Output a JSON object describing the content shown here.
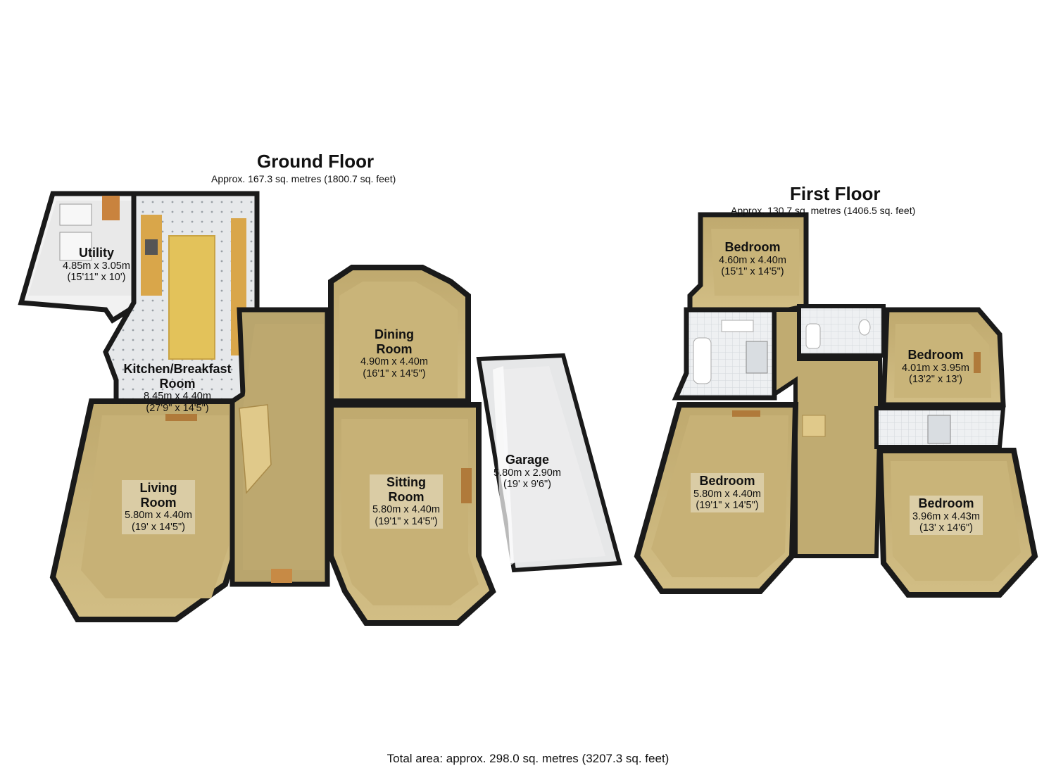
{
  "ground_floor": {
    "title": "Ground Floor",
    "area": "Approx. 167.3 sq. metres (1800.7 sq. feet)",
    "rooms": [
      {
        "name": "Utility",
        "dims_m": "4.85m x 3.05m",
        "dims_ft": "(15'11\" x 10')"
      },
      {
        "name": "Kitchen/Breakfast",
        "name2": "Room",
        "dims_m": "8.45m x 4.40m",
        "dims_ft": "(27'9\" x 14'5\")"
      },
      {
        "name": "Dining",
        "name2": "Room",
        "dims_m": "4.90m x 4.40m",
        "dims_ft": "(16'1\" x 14'5\")"
      },
      {
        "name": "Living",
        "name2": "Room",
        "dims_m": "5.80m x 4.40m",
        "dims_ft": "(19' x 14'5\")"
      },
      {
        "name": "Sitting",
        "name2": "Room",
        "dims_m": "5.80m x 4.40m",
        "dims_ft": "(19'1\" x 14'5\")"
      },
      {
        "name": "Garage",
        "dims_m": "5.80m x 2.90m",
        "dims_ft": "(19' x 9'6\")"
      }
    ]
  },
  "first_floor": {
    "title": "First Floor",
    "area": "Approx. 130.7 sq. metres (1406.5 sq. feet)",
    "rooms": [
      {
        "name": "Bedroom",
        "dims_m": "4.60m x 4.40m",
        "dims_ft": "(15'1\" x 14'5\")"
      },
      {
        "name": "Bedroom",
        "dims_m": "4.01m x 3.95m",
        "dims_ft": "(13'2\" x 13')"
      },
      {
        "name": "Bedroom",
        "dims_m": "5.80m x 4.40m",
        "dims_ft": "(19'1\" x 14'5\")"
      },
      {
        "name": "Bedroom",
        "dims_m": "3.96m x 4.43m",
        "dims_ft": "(13' x 14'6\")"
      }
    ]
  },
  "total_area": "Total area: approx. 298.0 sq. metres (3207.3 sq. feet)",
  "colors": {
    "carpet": "#c9b47a",
    "wall": "#1a1a1a",
    "tile": "#e8eaec",
    "worktop": "#d9a64a",
    "island": "#e3c25a",
    "garage_floor": "#e6e7e8"
  }
}
